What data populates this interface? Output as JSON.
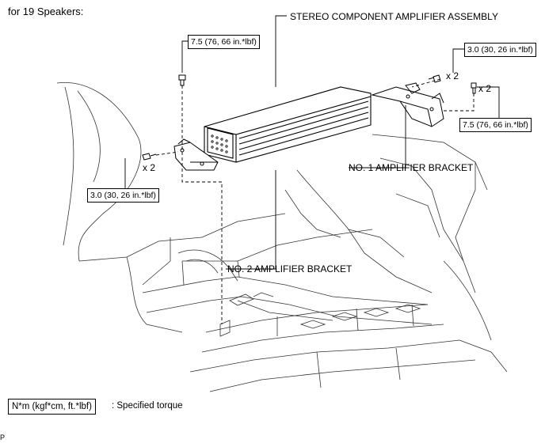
{
  "heading": "for 19 Speakers:",
  "callouts": {
    "amplifier_assembly": "STEREO COMPONENT AMPLIFIER ASSEMBLY",
    "no1_bracket": "NO. 1 AMPLIFIER BRACKET",
    "no2_bracket": "NO. 2 AMPLIFIER BRACKET"
  },
  "torque_boxes": {
    "top_left": "7.5 (76, 66 in.*lbf)",
    "top_right": "3.0 (30, 26 in.*lbf)",
    "right": "7.5 (76, 66 in.*lbf)",
    "left": "3.0 (30, 26 in.*lbf)"
  },
  "quantities": {
    "top_right": "x 2",
    "right": "x 2",
    "left": "x 2"
  },
  "legend": {
    "box_label": "N*m (kgf*cm, ft.*lbf)",
    "description": ": Specified torque"
  },
  "corner_mark": "P"
}
